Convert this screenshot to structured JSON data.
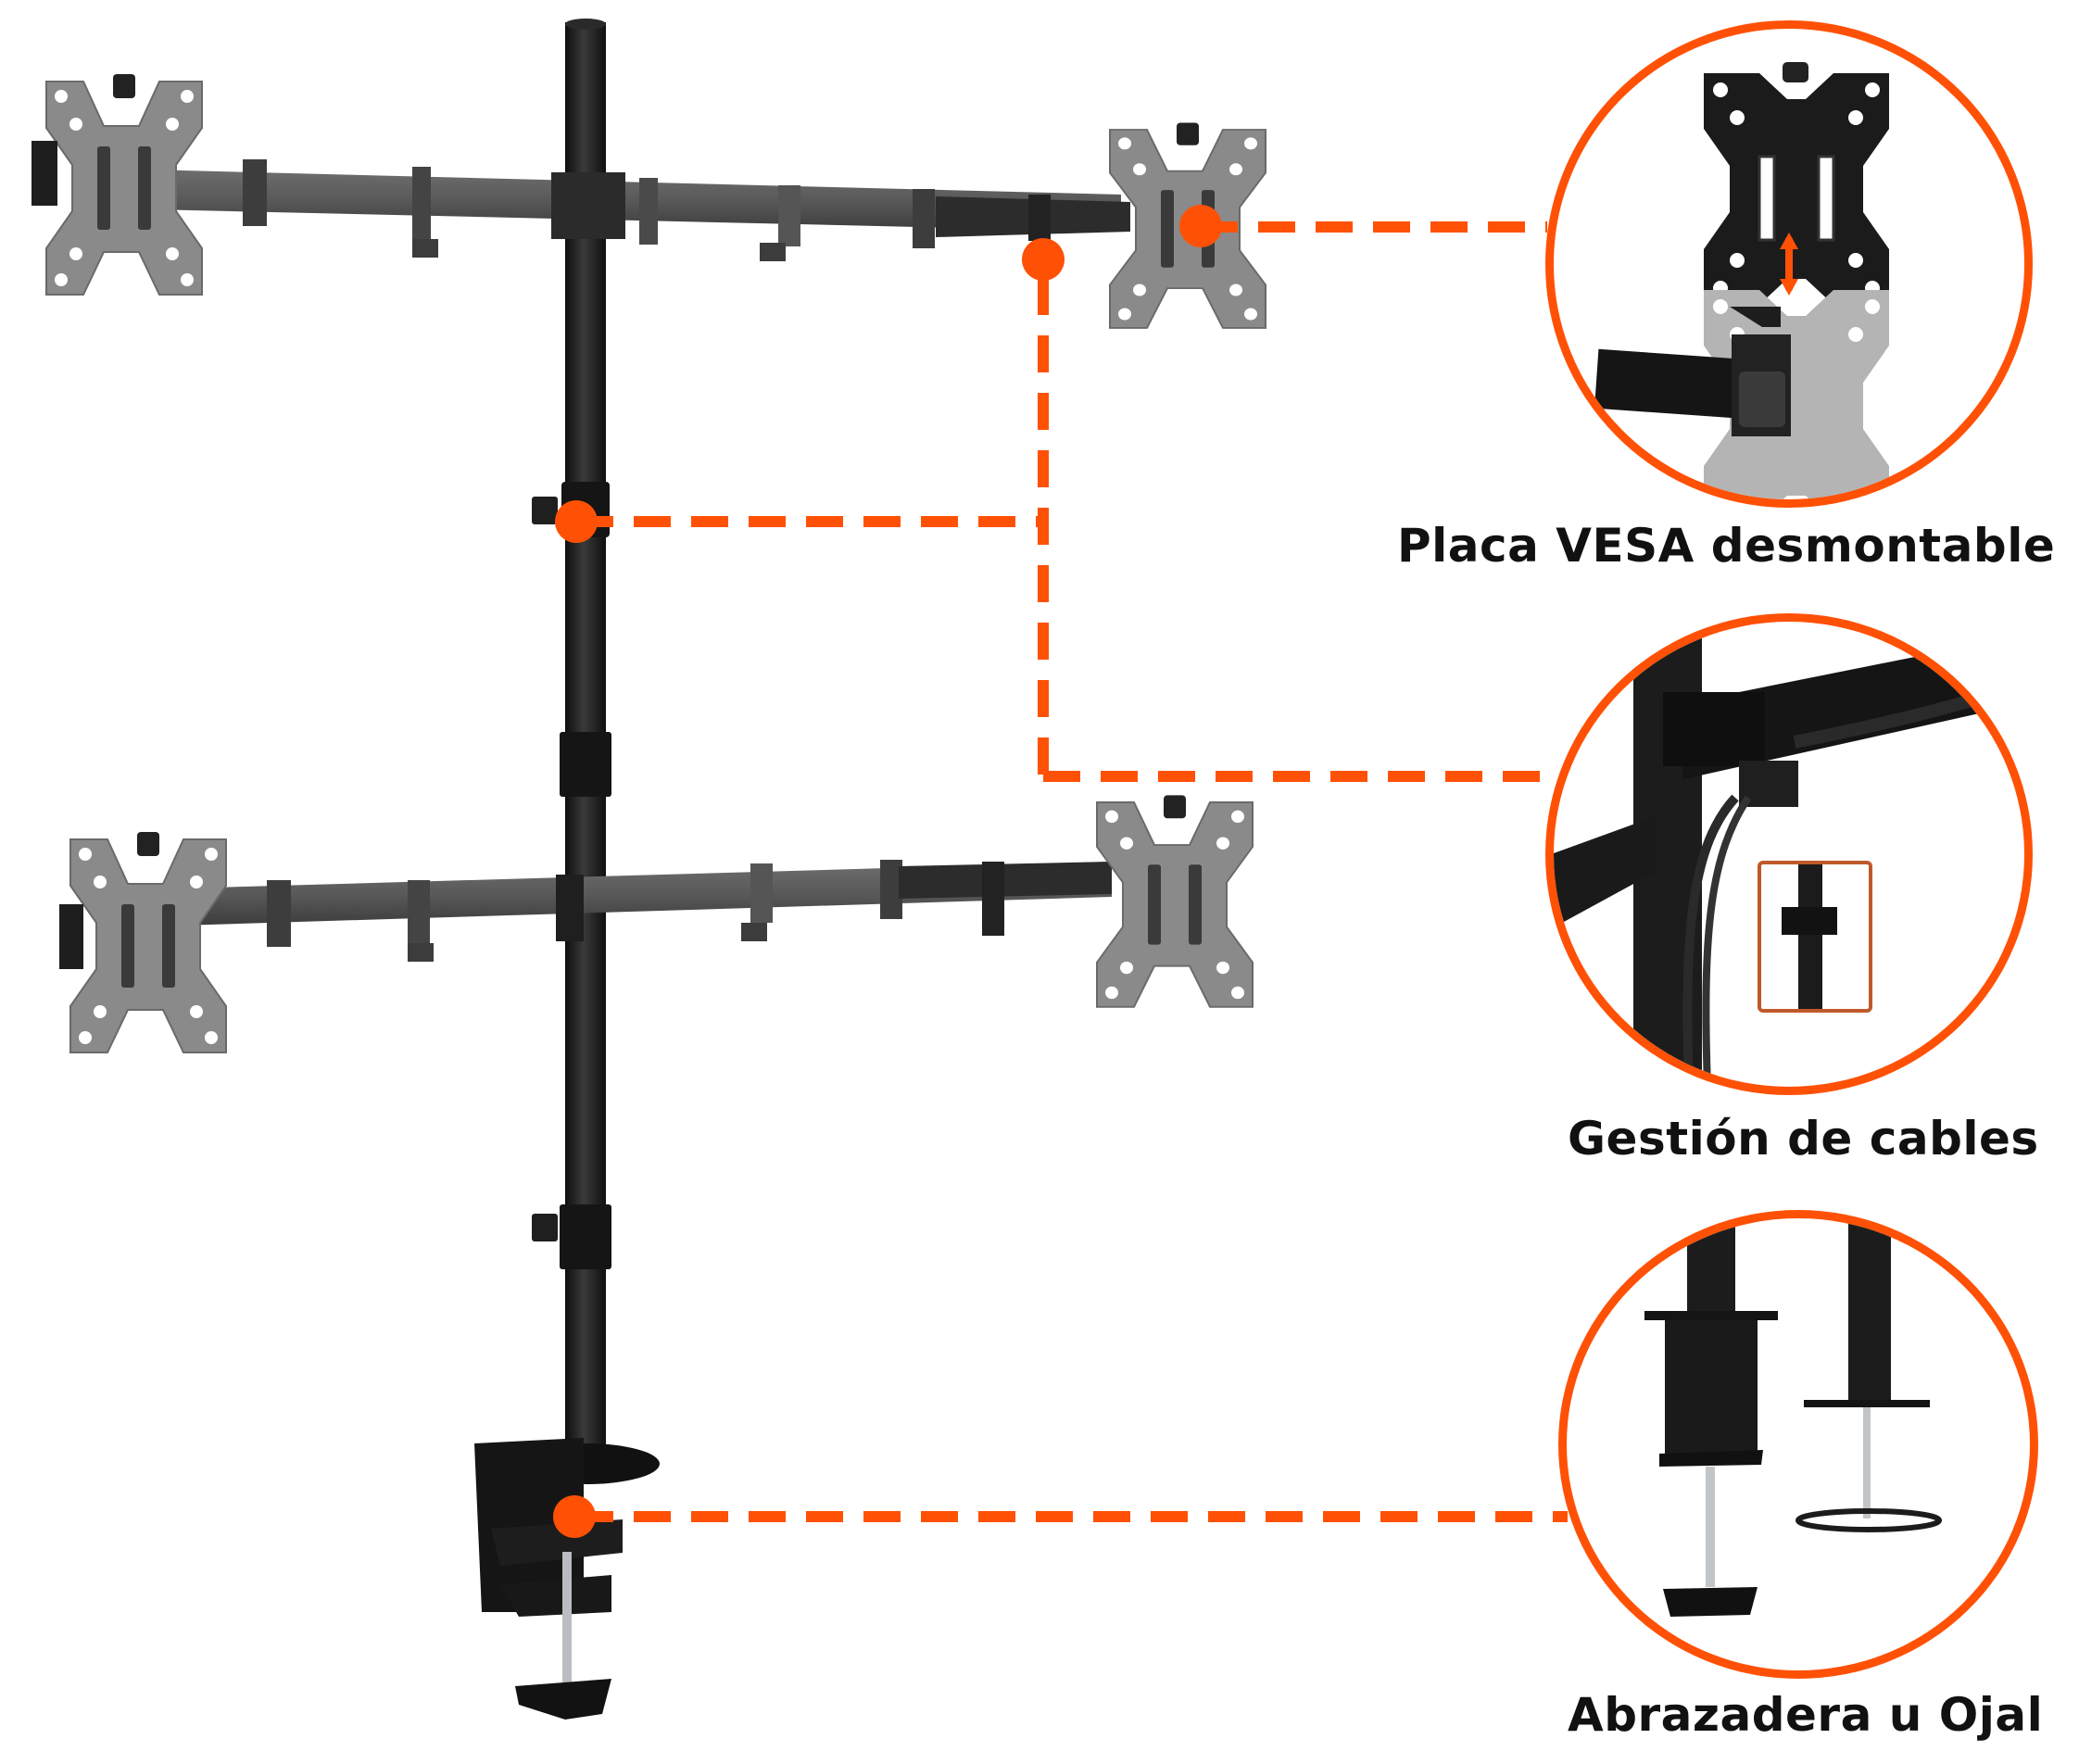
{
  "accent_color": "#ff5106",
  "product": {
    "name": "quad-monitor-arm-desk-mount",
    "arm_color": "#5a5a5a",
    "pole_color": "#1c1c1c",
    "plate_color": "#8f8f8f"
  },
  "callouts": [
    {
      "id": "vesa",
      "label": "Placa VESA desmontable",
      "icon": "vesa-plate-detail"
    },
    {
      "id": "cables",
      "label": "Gestión de cables",
      "icon": "cable-clip-detail"
    },
    {
      "id": "clamp",
      "label": "Abrazadera u Ojal",
      "icon": "clamp-grommet-detail"
    }
  ]
}
